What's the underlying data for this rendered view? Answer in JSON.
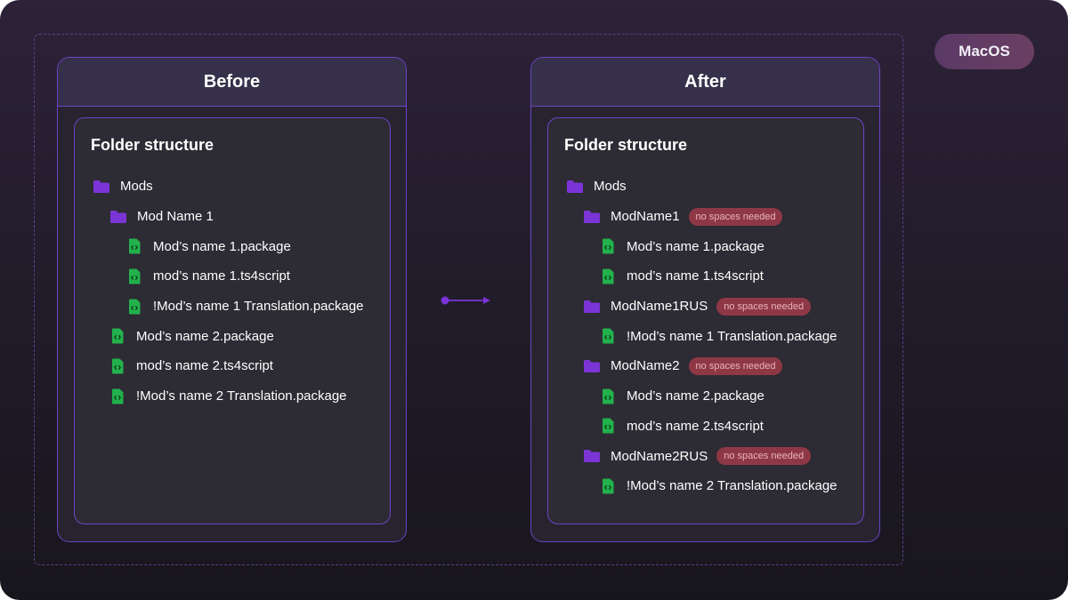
{
  "os_badge": "MacOS",
  "before": {
    "title": "Before",
    "card_title": "Folder structure",
    "items": [
      {
        "label": "Mods",
        "type": "folder",
        "level": 0
      },
      {
        "label": "Mod Name 1",
        "type": "folder",
        "level": 1
      },
      {
        "label": "Mod’s name 1.package",
        "type": "file",
        "level": 2
      },
      {
        "label": "mod’s name 1.ts4script",
        "type": "file",
        "level": 2
      },
      {
        "label": "!Mod’s name 1 Translation.package",
        "type": "file",
        "level": 2
      },
      {
        "label": "Mod’s name 2.package",
        "type": "file",
        "level": 1
      },
      {
        "label": "mod’s name 2.ts4script",
        "type": "file",
        "level": 1
      },
      {
        "label": "!Mod’s name 2 Translation.package",
        "type": "file",
        "level": 1
      }
    ]
  },
  "after": {
    "title": "After",
    "card_title": "Folder structure",
    "items": [
      {
        "label": "Mods",
        "type": "folder",
        "level": 0
      },
      {
        "label": "ModName1",
        "type": "folder",
        "level": 1,
        "tag": "no spaces needed"
      },
      {
        "label": "Mod’s name 1.package",
        "type": "file",
        "level": 2
      },
      {
        "label": "mod’s name 1.ts4script",
        "type": "file",
        "level": 2
      },
      {
        "label": "ModName1RUS",
        "type": "folder",
        "level": 1,
        "tag": "no spaces needed"
      },
      {
        "label": "!Mod’s name 1 Translation.package",
        "type": "file",
        "level": 2
      },
      {
        "label": "ModName2",
        "type": "folder",
        "level": 1,
        "tag": "no spaces needed"
      },
      {
        "label": "Mod’s name 2.package",
        "type": "file",
        "level": 2
      },
      {
        "label": "mod’s name 2.ts4script",
        "type": "file",
        "level": 2
      },
      {
        "label": "ModName2RUS",
        "type": "folder",
        "level": 1,
        "tag": "no spaces needed"
      },
      {
        "label": "!Mod’s name 2 Translation.package",
        "type": "file",
        "level": 2
      }
    ]
  },
  "colors": {
    "folder": "#7b35d6",
    "file": "#22b14c",
    "tag_bg": "#8e3846",
    "accent": "#6a44c4"
  }
}
